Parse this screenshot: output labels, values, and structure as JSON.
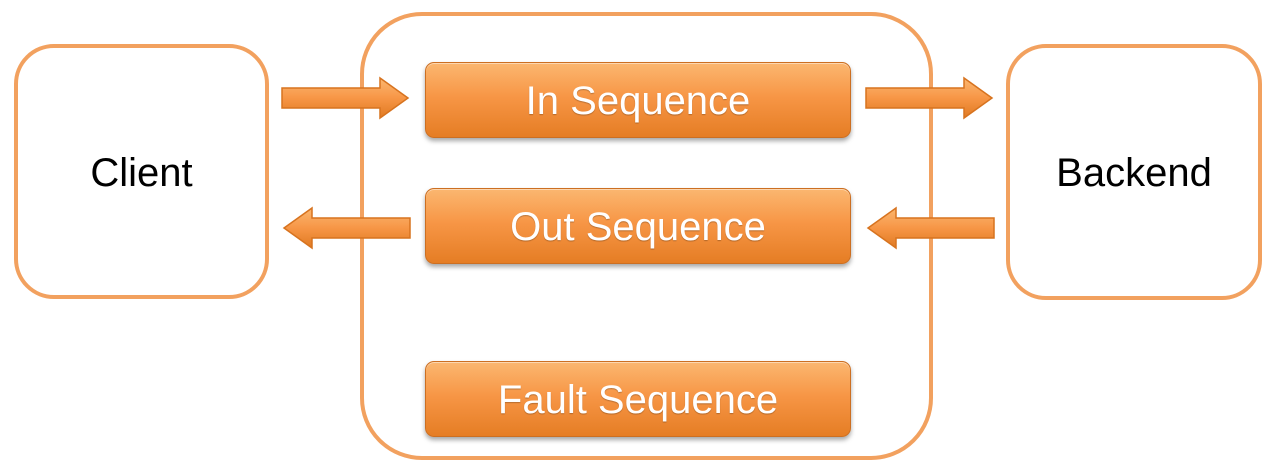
{
  "diagram": {
    "nodes": {
      "client": "Client",
      "backend": "Backend"
    },
    "sequences": {
      "in": "In Sequence",
      "out": "Out Sequence",
      "fault": "Fault Sequence"
    },
    "colors": {
      "accent": "#f79646",
      "outline": "#f2a15f"
    }
  }
}
